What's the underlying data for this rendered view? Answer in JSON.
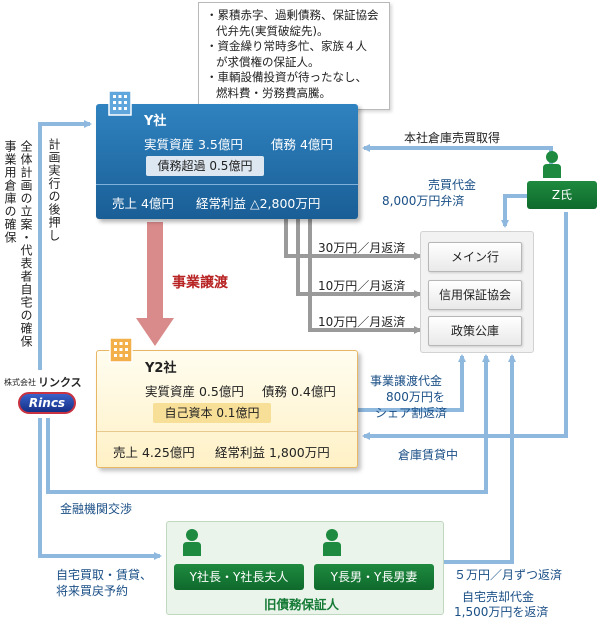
{
  "note": {
    "lines": [
      "・累積赤字、過剰債務、保証協会",
      "代弁先(実質破綻先)。",
      "・資金繰り常時多忙、家族４人",
      "が求償権の保証人。",
      "・車輌設備投資が待ったなし、",
      "燃料費・労務費高騰。"
    ]
  },
  "y_company": {
    "name": "Y社",
    "assets": "実質資産 3.5億円",
    "debt": "債務 4億円",
    "excess": "債務超過 0.5億円",
    "sales": "売上 4億円",
    "profit": "経常利益 △2,800万円"
  },
  "y2_company": {
    "name": "Y2社",
    "assets": "実質資産 0.5億円",
    "debt": "債務 0.4億円",
    "equity": "自己資本 0.1億円",
    "sales": "売上 4.25億円",
    "profit": "経常利益 1,800万円"
  },
  "transfer_label": "事業譲渡",
  "banks": [
    "メイン行",
    "信用保証協会",
    "政策公庫"
  ],
  "repayments": [
    "30万円／月返済",
    "10万円／月返済",
    "10万円／月返済"
  ],
  "z": {
    "label": "Z氏",
    "purchase": "本社倉庫売買取得",
    "payment_line1": "売買代金",
    "payment_line2": "8,000万円弁済",
    "lease": "倉庫賃貸中"
  },
  "transfer_payment": [
    "事業譲渡代金",
    "800万円を",
    "シェア割返済"
  ],
  "links": {
    "company": "株式会社",
    "name": "リンクス",
    "logo_text": "Rincs"
  },
  "vertical": {
    "backup": "計画実行の後押し",
    "plan": "全体計画の立案・代表者自宅の確保",
    "warehouse": "事業用倉庫の確保"
  },
  "negotiation": "金融機関交渉",
  "guarantors": {
    "p1": "Y社長・Y社長夫人",
    "p2": "Y長男・Y長男妻",
    "label": "旧債務保証人"
  },
  "home": [
    "自宅買取・賃貸、",
    "将来買戻予約"
  ],
  "monthly": "５万円／月ずつ返済",
  "home_sale": [
    "自宅売却代金",
    "1,500万円を返済"
  ],
  "colors": {
    "arrow": "#8fb8de",
    "gray_arrow": "#9a9a9a",
    "transfer": "#d98a8a",
    "y_box": "#1f6aa5",
    "green": "#147a35"
  }
}
